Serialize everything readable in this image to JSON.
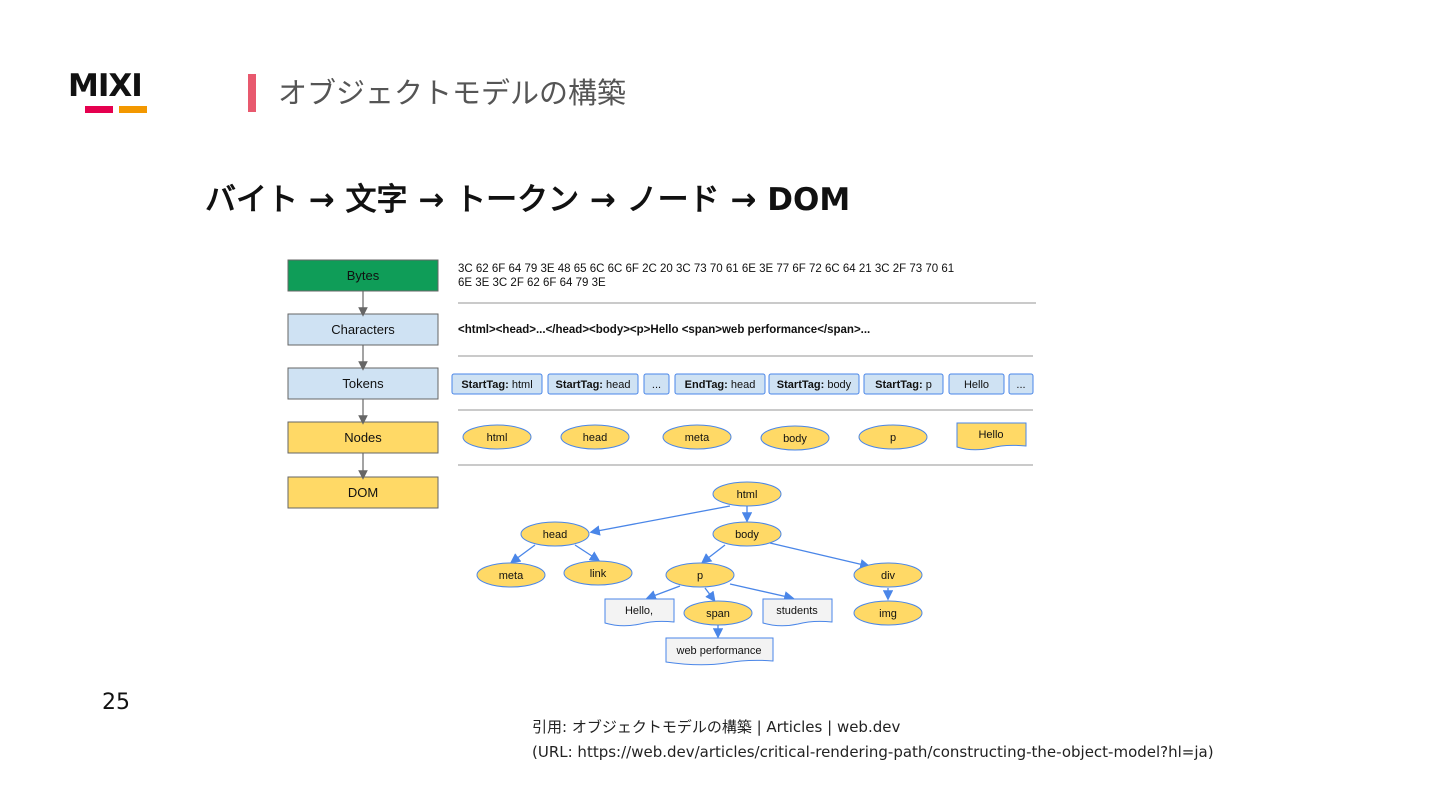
{
  "logo": {
    "text": "MIXI",
    "colors": [
      "#e5004f",
      "#f39800"
    ]
  },
  "header": {
    "title": "オブジェクトモデルの構築",
    "accent_color": "#e8596e"
  },
  "subtitle": "バイト → 文字 → トークン → ノード → DOM",
  "pipeline": {
    "stages": [
      {
        "label": "Bytes",
        "color": "#0f9d58"
      },
      {
        "label": "Characters",
        "color": "#cfe2f3"
      },
      {
        "label": "Tokens",
        "color": "#cfe2f3"
      },
      {
        "label": "Nodes",
        "color": "#ffd966"
      },
      {
        "label": "DOM",
        "color": "#ffd966"
      }
    ]
  },
  "bytes_text": {
    "line1": "3C 62 6F 64 79 3E 48 65 6C 6C 6F 2C 20 3C 73 70 61 6E 3E 77 6F 72 6C 64 21 3C 2F 73 70 61",
    "line2": "6E 3E 3C 2F 62 6F 64 79 3E"
  },
  "characters_text": "<html><head>...</head><body><p>Hello <span>web performance</span>...",
  "tokens": [
    {
      "kind": "StartTag:",
      "value": " html"
    },
    {
      "kind": "StartTag:",
      "value": " head"
    },
    {
      "kind": "",
      "value": "..."
    },
    {
      "kind": "EndTag:",
      "value": " head"
    },
    {
      "kind": "StartTag:",
      "value": " body"
    },
    {
      "kind": "StartTag:",
      "value": " p"
    },
    {
      "kind": "",
      "value": "Hello"
    },
    {
      "kind": "",
      "value": "..."
    }
  ],
  "nodes": [
    "html",
    "head",
    "meta",
    "body",
    "p",
    "Hello"
  ],
  "dom": {
    "html": "html",
    "head": "head",
    "body": "body",
    "meta": "meta",
    "link": "link",
    "p": "p",
    "div": "div",
    "hello": "Hello,",
    "span": "span",
    "students": "students",
    "img": "img",
    "webperf": "web performance"
  },
  "page_number": "25",
  "citation": {
    "line1": "引用: オブジェクトモデルの構築 | Articles | web.dev",
    "line2": "(URL: https://web.dev/articles/critical-rendering-path/constructing-the-object-model?hl=ja)"
  }
}
